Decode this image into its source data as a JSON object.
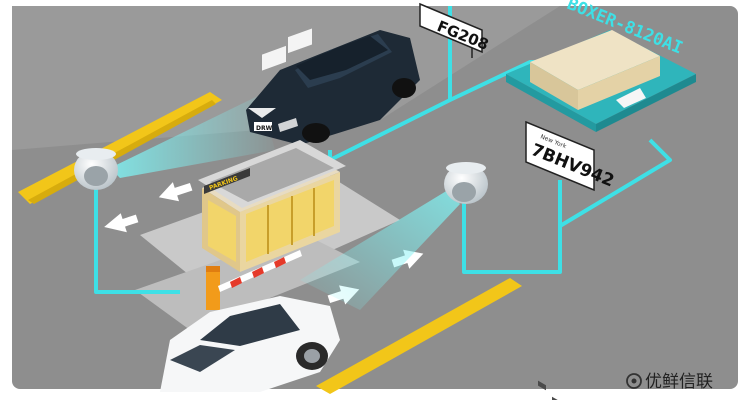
{
  "device": {
    "label": "BOXER-8120AI"
  },
  "plates": {
    "top": {
      "text": "FG208"
    },
    "right": {
      "region": "New York",
      "text": "7BHV942"
    },
    "car_front": {
      "text": "DRW"
    }
  },
  "booth": {
    "sign": "PARKING"
  },
  "watermark": {
    "text": "优鲜信联"
  },
  "colors": {
    "ground": "#8f8f8f",
    "road": "#7a7a7a",
    "stripe": "#f2c619",
    "cable": "#3ee0e6",
    "beam": "#5ee8ea",
    "device": "#e8d9b8",
    "platform": "#35c4c8"
  }
}
